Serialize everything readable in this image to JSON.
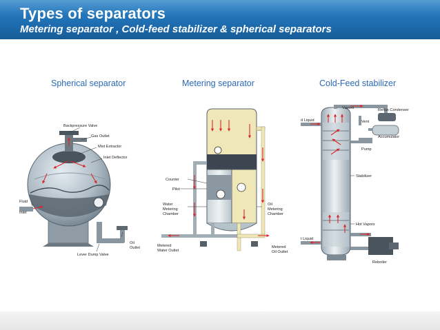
{
  "slide": {
    "title": "Types of separators",
    "subtitle": "Metering separator , Cold-feed stabilizer & spherical separators"
  },
  "captions": {
    "spherical": "Spherical separator",
    "metering": "Metering separator",
    "coldfeed": "Cold-Feed stabilizer"
  },
  "spherical_labels": {
    "backpressure_valve": "Backpressure Valve",
    "gas_outlet": "Gas Outlet",
    "mist_extractor": "Mist Extractor",
    "inlet_deflector": "Inlet Deflector",
    "fluid": "Fluid",
    "inlet": "Inlet",
    "oil": "Oil",
    "outlet": "Outlet",
    "lever_dump_valve": "Lever Dump Valve"
  },
  "metering_labels": {
    "counter": "Counter",
    "pilot": "Pilot",
    "water": "Water",
    "metering_1": "Metering",
    "chamber_1": "Chamber",
    "oil": "Oil",
    "metering_2": "Metering",
    "chamber_2": "Chamber",
    "metered_1": "Metered",
    "water_outlet": "Water Outlet",
    "metered_2": "Metered",
    "oil_outlet": "Oil Outlet"
  },
  "coldfeed_labels": {
    "vapors": "Vapors",
    "reflux_condenser": "Reflux Condenser",
    "d_liquid": "d Liquid",
    "vent": "Vent",
    "accumulator": "Accumulator",
    "pump": "Pump",
    "stabilizer": "Stabilizer",
    "hot_vapors": "Hot Vapors",
    "t_liquid": "t Liquid",
    "reboiler": "Reboiler"
  },
  "colors": {
    "title_bar": "#1f6fb3",
    "caption_text": "#2a69b5",
    "vessel_steel": "#b9c6cf",
    "liquid_dark": "#3d4650",
    "oil_fill": "#efe7b8",
    "flow_arrows": "#d8282e"
  }
}
